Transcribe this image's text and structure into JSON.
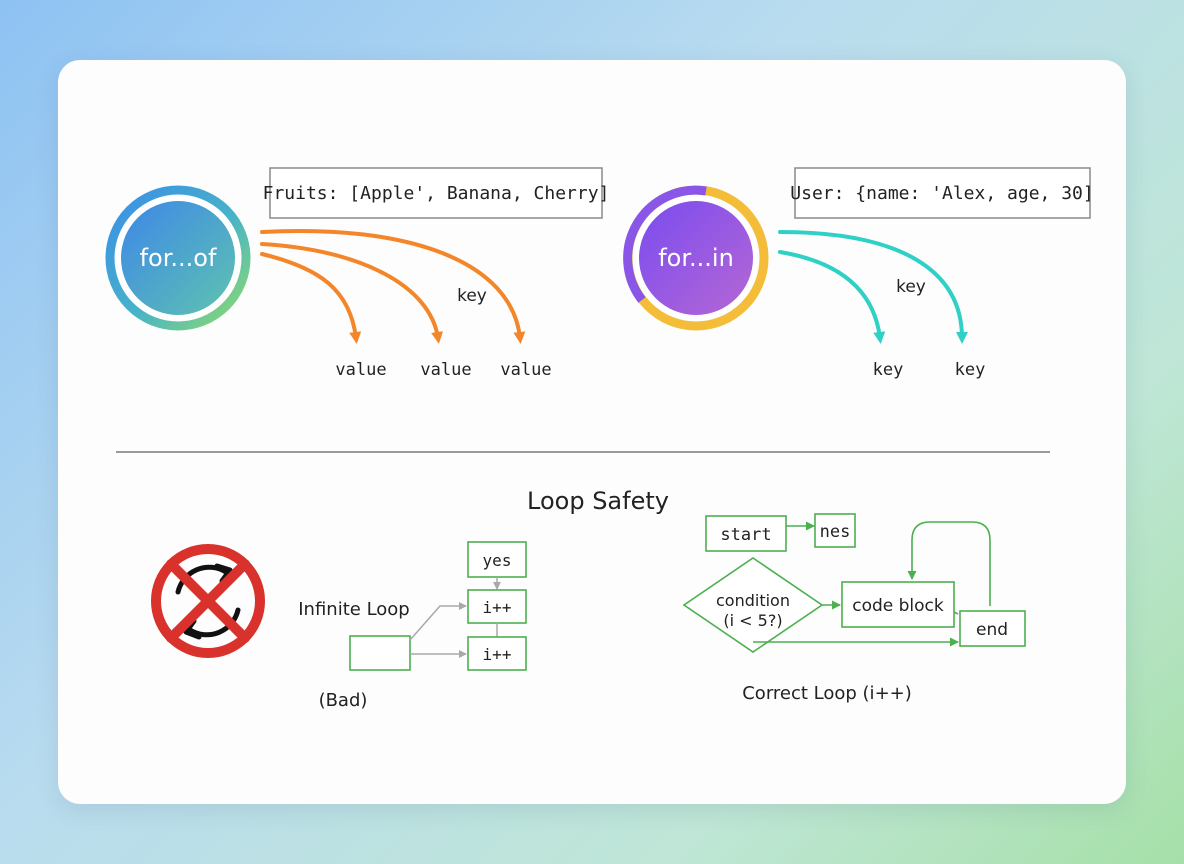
{
  "for_of": {
    "badge": "for...of",
    "array_label": "Fruits: [Apple', Banana, Cherry]",
    "key_label": "key",
    "values": [
      "value",
      "value",
      "value"
    ]
  },
  "for_in": {
    "badge": "for...in",
    "object_label": "User: {name: 'Alex, age, 30]",
    "key_label": "key",
    "keys": [
      "key",
      "key"
    ]
  },
  "safety": {
    "title": "Loop Safety",
    "infinite_label": "Infinite Loop",
    "bad_label": "(Bad)",
    "yes_box": "yes",
    "inc_box_1": "i++",
    "inc_box_2": "i++",
    "start_box": "start",
    "nes_box": "nes",
    "condition_line1": "condition",
    "condition_line2": "(i < 5?)",
    "code_block": "code block",
    "end_box": "end",
    "correct_label": "Correct Loop (i++)"
  },
  "colors": {
    "orange": "#f4862a",
    "teal": "#2fd0c6",
    "green": "#4caf50",
    "gray": "#a9a9a9",
    "red": "#d9312b"
  }
}
